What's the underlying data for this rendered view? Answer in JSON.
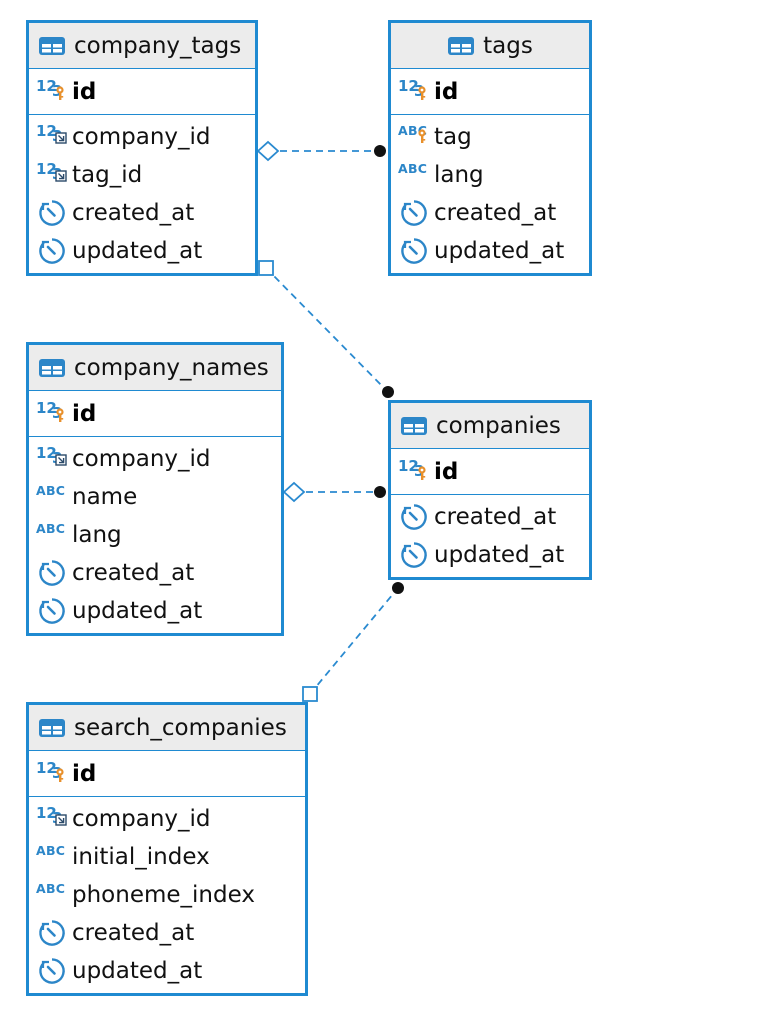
{
  "colors": {
    "border": "#1f8ad1",
    "header_bg": "#ececec",
    "icon_blue": "#2c86c8",
    "key_orange": "#e8902b",
    "connector": "#2a8ad0"
  },
  "tables": [
    {
      "name": "company_tags",
      "pk": {
        "name": "id",
        "icon": "numeric-pk-icon"
      },
      "columns": [
        {
          "name": "company_id",
          "icon": "numeric-fk-icon"
        },
        {
          "name": "tag_id",
          "icon": "numeric-fk-icon"
        },
        {
          "name": "created_at",
          "icon": "clock-icon"
        },
        {
          "name": "updated_at",
          "icon": "clock-icon"
        }
      ]
    },
    {
      "name": "tags",
      "pk": {
        "name": "id",
        "icon": "numeric-pk-icon"
      },
      "columns": [
        {
          "name": "tag",
          "icon": "text-key-icon"
        },
        {
          "name": "lang",
          "icon": "text-icon"
        },
        {
          "name": "created_at",
          "icon": "clock-icon"
        },
        {
          "name": "updated_at",
          "icon": "clock-icon"
        }
      ]
    },
    {
      "name": "company_names",
      "pk": {
        "name": "id",
        "icon": "numeric-pk-icon"
      },
      "columns": [
        {
          "name": "company_id",
          "icon": "numeric-fk-icon"
        },
        {
          "name": "name",
          "icon": "text-icon"
        },
        {
          "name": "lang",
          "icon": "text-icon"
        },
        {
          "name": "created_at",
          "icon": "clock-icon"
        },
        {
          "name": "updated_at",
          "icon": "clock-icon"
        }
      ]
    },
    {
      "name": "companies",
      "pk": {
        "name": "id",
        "icon": "numeric-pk-icon"
      },
      "columns": [
        {
          "name": "created_at",
          "icon": "clock-icon"
        },
        {
          "name": "updated_at",
          "icon": "clock-icon"
        }
      ]
    },
    {
      "name": "search_companies",
      "pk": {
        "name": "id",
        "icon": "numeric-pk-icon"
      },
      "columns": [
        {
          "name": "company_id",
          "icon": "numeric-fk-icon"
        },
        {
          "name": "initial_index",
          "icon": "text-icon"
        },
        {
          "name": "phoneme_index",
          "icon": "text-icon"
        },
        {
          "name": "created_at",
          "icon": "clock-icon"
        },
        {
          "name": "updated_at",
          "icon": "clock-icon"
        }
      ]
    }
  ],
  "relations": [
    {
      "from": "company_tags",
      "to": "tags",
      "from_marker": "diamond",
      "to_marker": "dot"
    },
    {
      "from": "company_tags",
      "to": "companies",
      "from_marker": "square",
      "to_marker": "dot"
    },
    {
      "from": "company_names",
      "to": "companies",
      "from_marker": "diamond",
      "to_marker": "dot"
    },
    {
      "from": "search_companies",
      "to": "companies",
      "from_marker": "square",
      "to_marker": "dot"
    }
  ]
}
